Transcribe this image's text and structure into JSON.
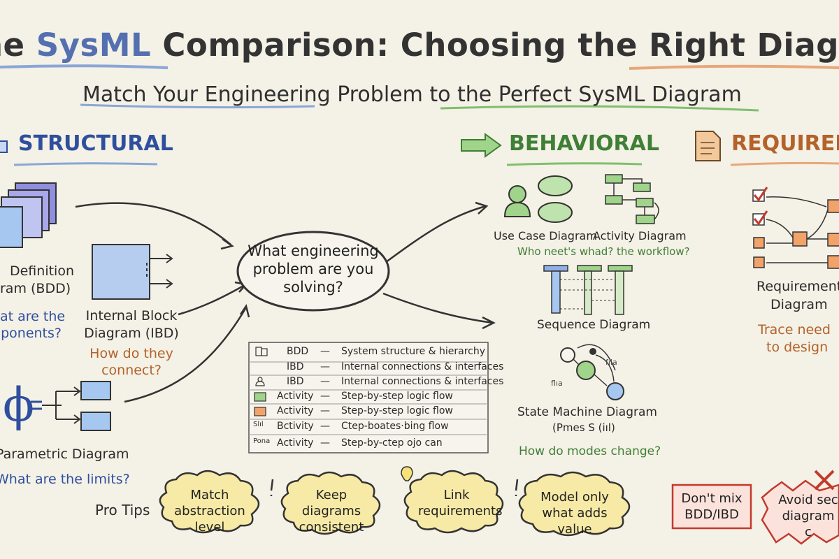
{
  "title": {
    "prefix": "he ",
    "accent": "SysML",
    "rest": " Comparison: Choosing the Right Diagra"
  },
  "subtitle": "Match Your Engineering Problem to the Perfect SysML Diagram",
  "sections": {
    "structural": "STRUCTURAL",
    "behavioral": "BEHAVIORAL",
    "requirements": "REQUIREM"
  },
  "structural": {
    "bdd": {
      "line1": "Definition",
      "line2": "ram (BDD)",
      "q1": "at are the",
      "q2": "ponents?"
    },
    "ibd": {
      "line1": "Internal Block",
      "line2": "Diagram (IBD)",
      "q1": "How do they",
      "q2": "connect?"
    },
    "parametric": {
      "symbol": "ϕ",
      "label": "Parametric Diagram",
      "q": "What are the limits?"
    }
  },
  "center_question": {
    "line1": "What engineering",
    "line2": "problem are you",
    "line3": "solving?"
  },
  "behavioral": {
    "use_case": "Use Case Diagram",
    "activity": "Activity Diagram",
    "use_activity_q": "Who neet's whad? the workflow?",
    "sequence": "Sequence Diagram",
    "state_machine": "State Machine Diagram",
    "state_machine_sub": "(Pmes S (iıl)",
    "state_q": "How do modes change?",
    "state_glyph_1": "fıla",
    "state_glyph_2": "flıa"
  },
  "requirements": {
    "line1": "Requirement",
    "line2": "Diagram",
    "q1": "Trace need",
    "q2": "to design"
  },
  "table": [
    {
      "abbr": "BDD",
      "desc": "System structure & hierarchy",
      "icon": "stack-icon"
    },
    {
      "abbr": "IBD",
      "desc": "Internal connections & interfaces",
      "icon": "none"
    },
    {
      "abbr": "IBD",
      "desc": "Internal connections & interfaces",
      "icon": "user-icon"
    },
    {
      "abbr": "Activity",
      "desc": "Step-by-step logic flow",
      "icon": "green-box-icon"
    },
    {
      "abbr": "Activity",
      "desc": "Step-by-step logic flow",
      "icon": "orange-box-icon"
    },
    {
      "abbr": "Bctivity",
      "desc": "Ctep-boates·bing flow",
      "icon": "grid-icon",
      "icon_text": "Slıl"
    },
    {
      "abbr": "Activity",
      "desc": "Step-by-ctep ojo can",
      "icon": "text-icon",
      "icon_text": "Pona"
    }
  ],
  "table_dash": "—",
  "pro_tips": {
    "label": "Pro Tips",
    "tips": [
      "Match abstraction level",
      "Keep diagrams consistent",
      "Link requirements",
      "Model only what adds value"
    ],
    "warnings": [
      "Don't mix BDD/IBD",
      "Avoid sec diagram c"
    ]
  },
  "colors": {
    "background": "#f4f1e6",
    "blue": "#2f4f9e",
    "green": "#3f7f36",
    "orange": "#b4622a",
    "tip_fill": "#f7eaa6",
    "warn_red": "#c23a2e"
  }
}
